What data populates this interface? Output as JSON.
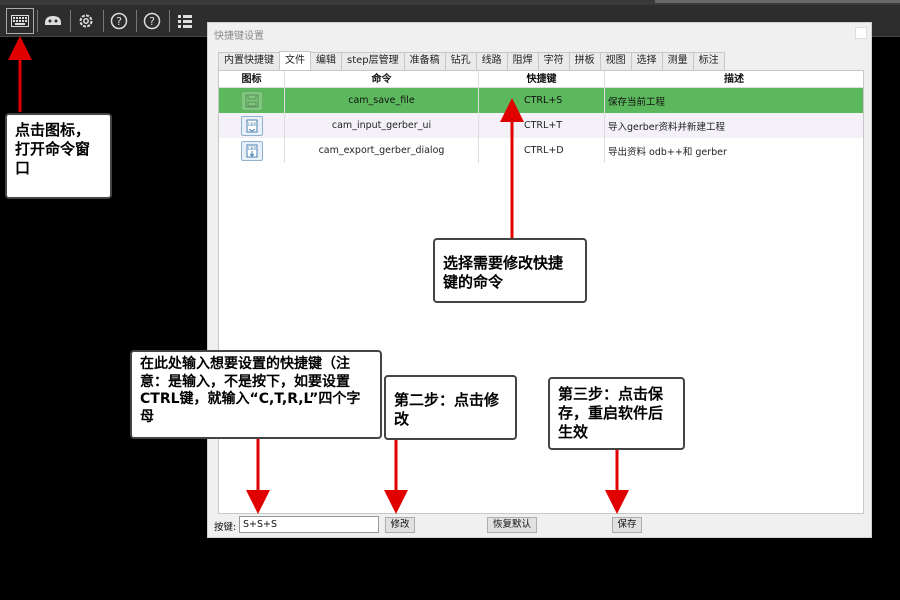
{
  "toolbar": {
    "icons": [
      "keyboard-icon",
      "mouse-icon",
      "gear-icon",
      "help-icon",
      "help-icon",
      "list-icon"
    ]
  },
  "dialog": {
    "title": "快捷键设置",
    "tabs": [
      "内置快捷键",
      "文件",
      "编辑",
      "step层管理",
      "准备稿",
      "钻孔",
      "线路",
      "阻焊",
      "字符",
      "拼板",
      "视图",
      "选择",
      "测量",
      "标注"
    ],
    "active_tab": "文件",
    "columns": [
      "图标",
      "命令",
      "快捷键",
      "描述"
    ],
    "rows": [
      {
        "icon": "save-icon",
        "command": "cam_save_file",
        "shortcut": "CTRL+S",
        "description": "保存当前工程",
        "selected": true
      },
      {
        "icon": "import-icon",
        "command": "cam_input_gerber_ui",
        "shortcut": "CTRL+T",
        "description": "导入gerber资料并新建工程",
        "selected": false
      },
      {
        "icon": "export-icon",
        "command": "cam_export_gerber_dialog",
        "shortcut": "CTRL+D",
        "description": "导出资料 odb++和 gerber",
        "selected": false
      }
    ],
    "key_label": "按键:",
    "key_value": "S+S+S",
    "modify_button": "修改",
    "restore_button": "恢复默认",
    "save_button": "保存"
  },
  "callouts": {
    "open_window": "点击图标，打开命令窗口",
    "select_command": "选择需要修改快捷键的命令",
    "input_hint": "在此处输入想要设置的快捷键（注意：是输入，不是按下，如要设置CTRL键，就输入“C,T,R,L”四个字母",
    "step2": "第二步：点击修改",
    "step3": "第三步：点击保存，重启软件后生效"
  },
  "colors": {
    "selected_row": "#5cb85c",
    "arrow": "#e00000"
  }
}
